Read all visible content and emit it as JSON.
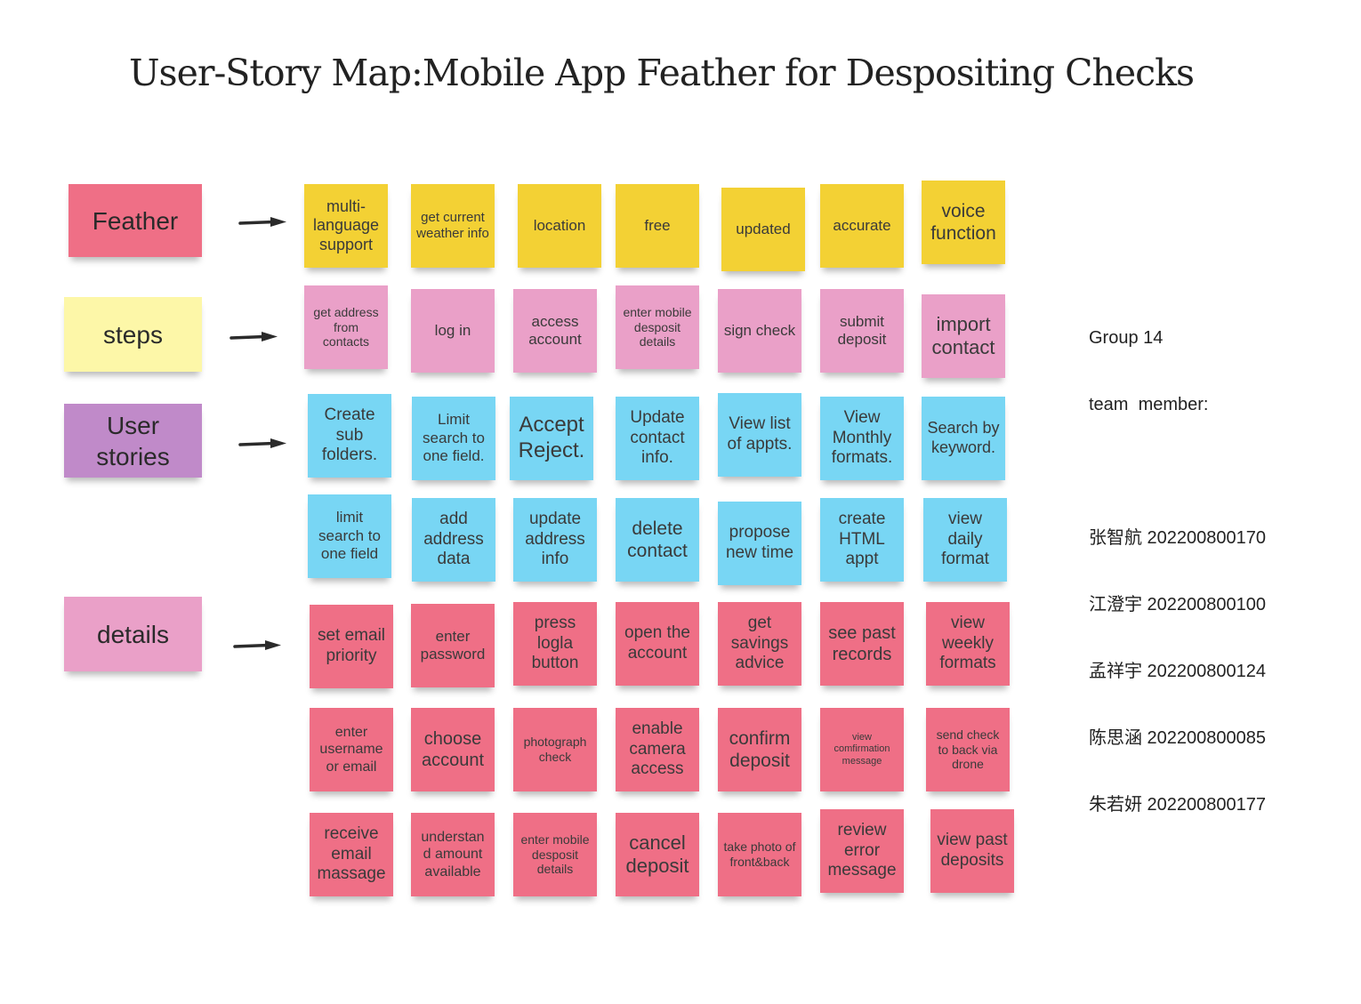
{
  "title": "User-Story Map:Mobile App Feather for Despositing Checks",
  "colors": {
    "feature_notes": "#f3d134",
    "step_notes": "#eaa0c8",
    "story_notes": "#78d6f4",
    "detail_notes": "#ef6f86"
  },
  "row_labels": {
    "feather": "Feather",
    "steps": "steps",
    "user_stories": "User stories",
    "details": "details"
  },
  "feather_row": [
    "multi-language support",
    "get current weather info",
    "location",
    "free",
    "updated",
    "accurate",
    "voice function"
  ],
  "steps_row": [
    "get address from contacts",
    "log in",
    "access account",
    "enter mobile desposit details",
    "sign check",
    "submit deposit",
    "import contact"
  ],
  "stories_row_1": [
    "Create sub folders.",
    "Limit search to one field.",
    "Accept Reject.",
    "Update contact info.",
    "View list of appts.",
    "View Monthly formats.",
    "Search by keyword."
  ],
  "stories_row_2": [
    "limit search to one field",
    "add address data",
    "update address info",
    "delete contact",
    "propose new time",
    "create HTML appt",
    "view daily format"
  ],
  "details_row_1": [
    "set email priority",
    "enter password",
    "press logla button",
    "open the account",
    "get savings advice",
    "see past records",
    "view weekly formats"
  ],
  "details_row_2": [
    "enter username or email",
    "choose account",
    "photograph check",
    "enable camera access",
    "confirm deposit",
    "view comfirmation message",
    "send check to back via drone"
  ],
  "details_row_3": [
    "receive email massage",
    "understan d amount available",
    "enter mobile desposit details",
    "cancel deposit",
    "take photo of front&back",
    "review error message",
    "view past deposits"
  ],
  "group": {
    "name": "Group 14",
    "label": "team  member:",
    "members": [
      "张智航 202200800170",
      "江澄宇 202200800100",
      "孟祥宇 202200800124",
      "陈思涵 202200800085",
      "朱若妍 202200800177"
    ]
  }
}
